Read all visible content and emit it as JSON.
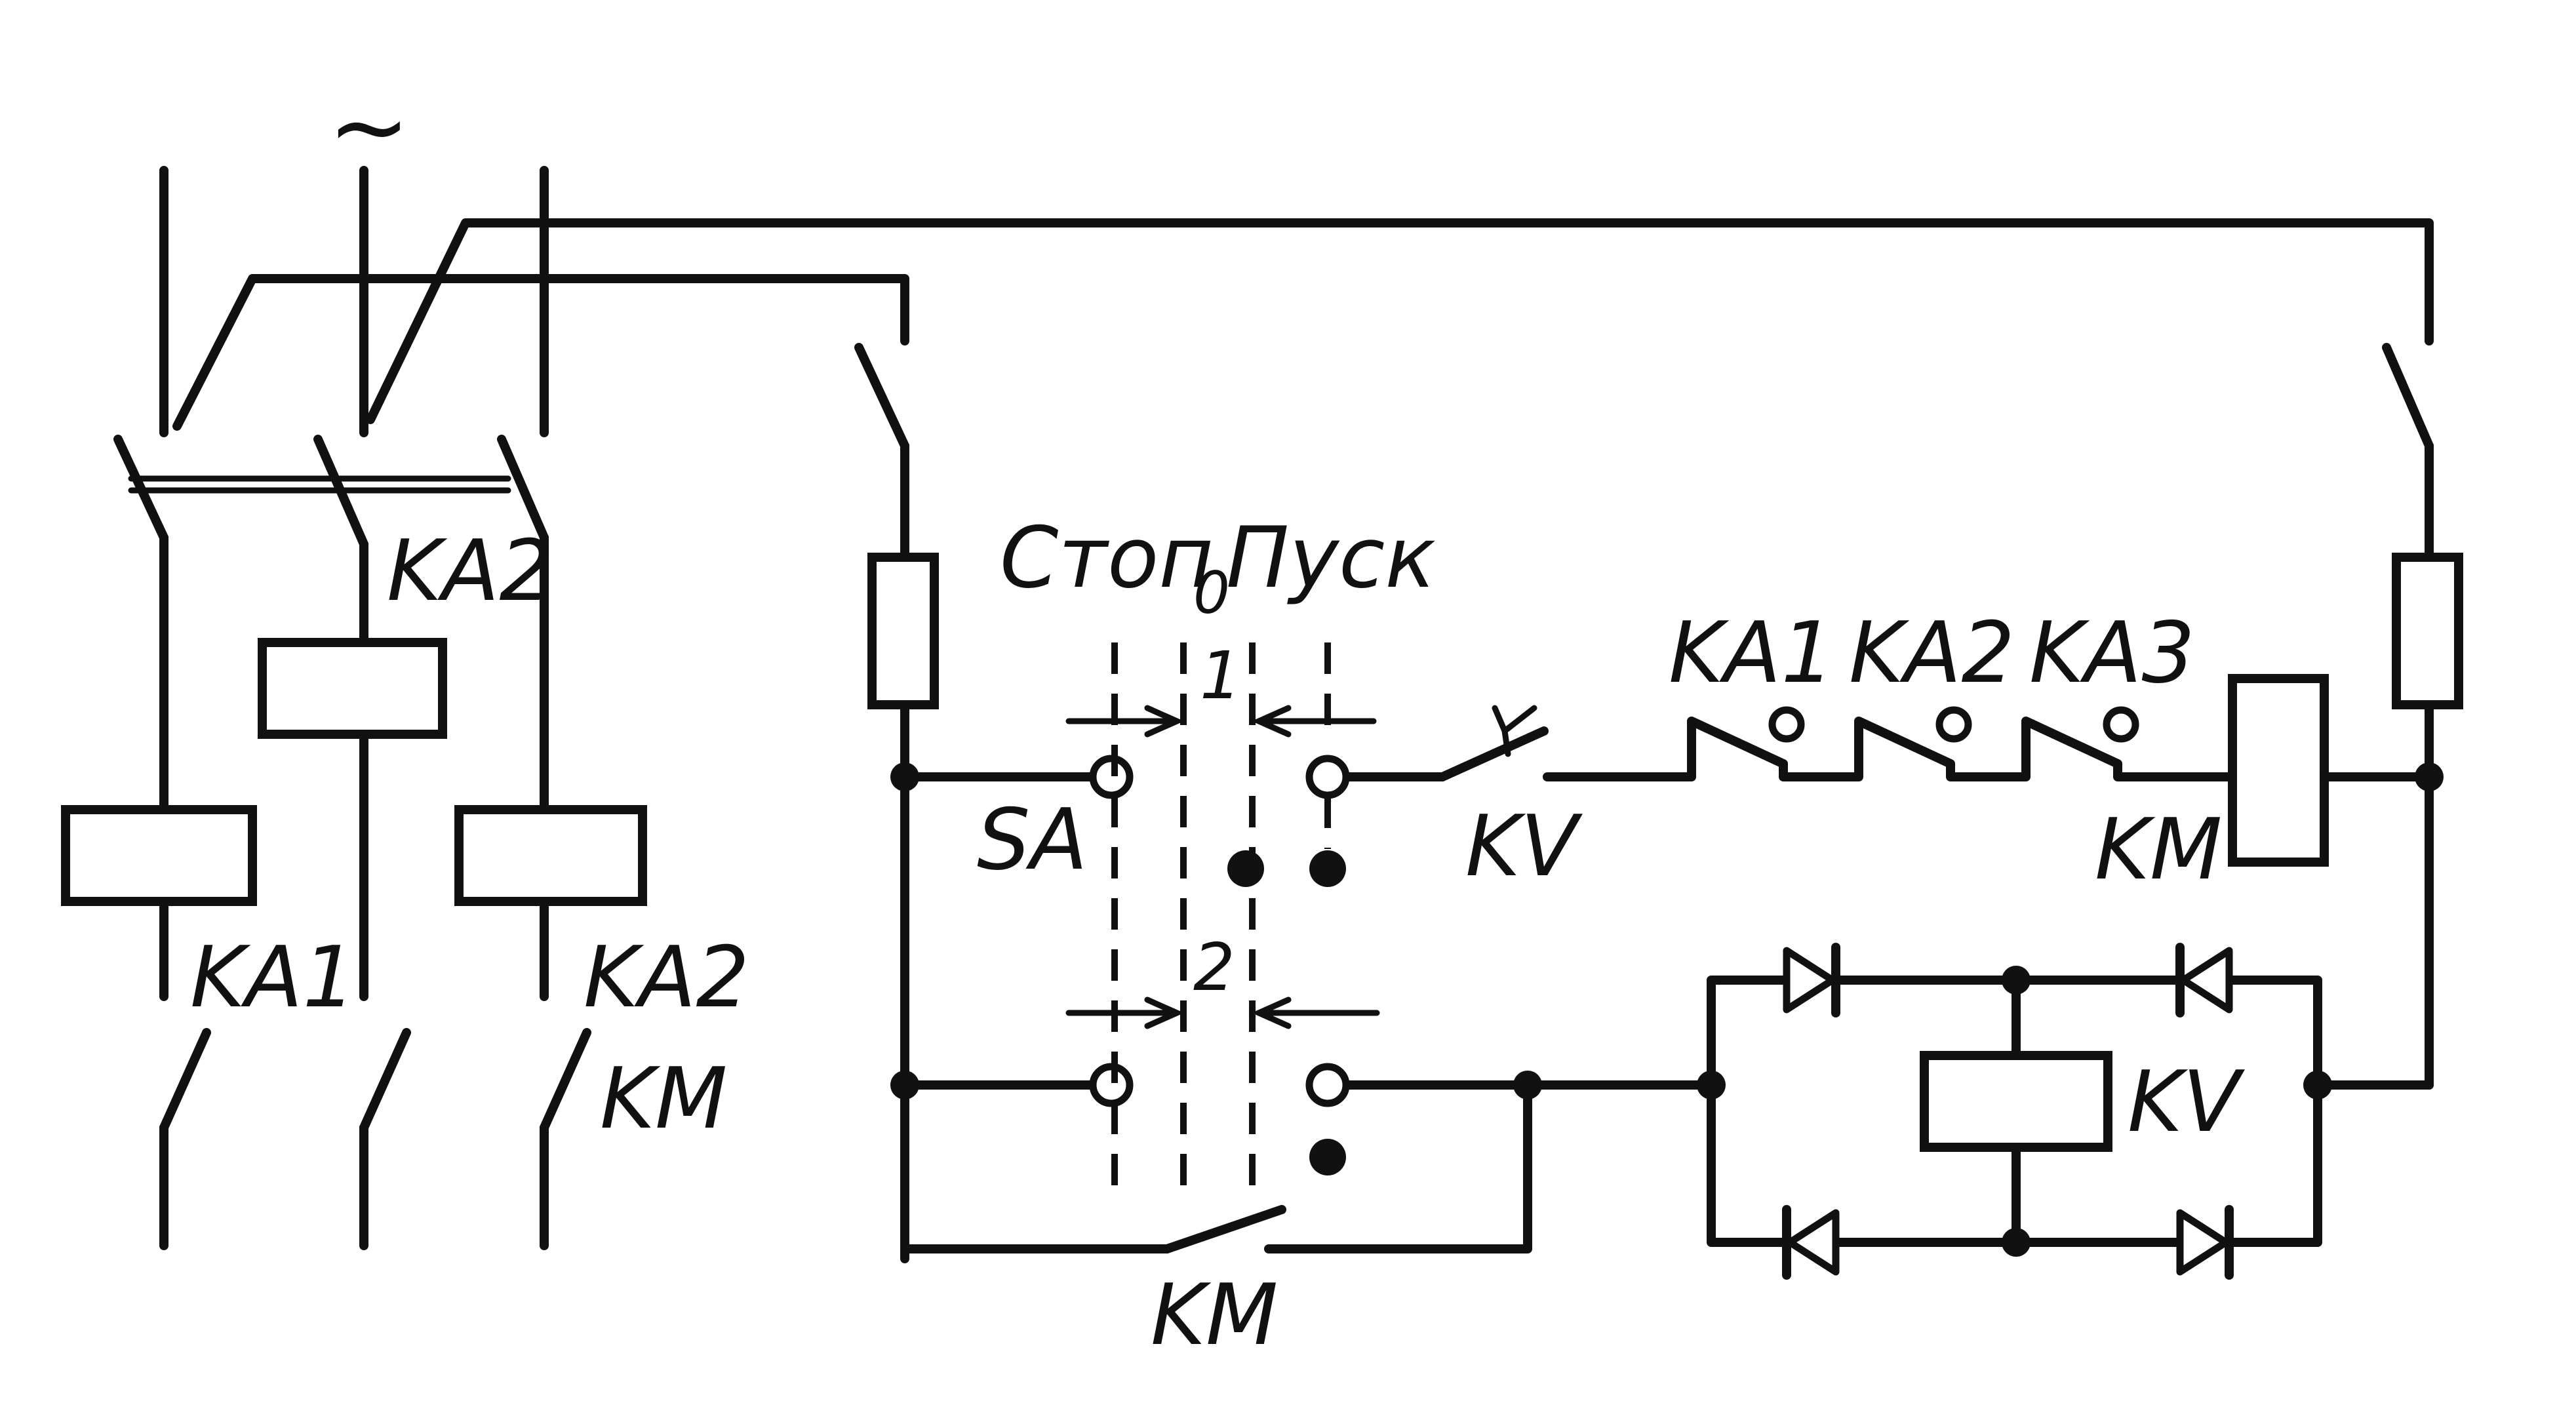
{
  "diagram": {
    "supply_symbol": "~",
    "labels": {
      "switch_positions": "Стоп",
      "switch_zero": "0",
      "switch_start": "Пуск",
      "contact_1": "1",
      "contact_2": "2",
      "selector": "SA",
      "voltage_relay_contact": "KV",
      "voltage_relay_coil": "KV",
      "relay_contact_ka1": "KA1",
      "relay_contact_ka2": "KA2",
      "relay_contact_ka3": "KA3",
      "contactor_coil": "KM",
      "holding_contact": "KM",
      "coil_ka1": "KA1",
      "coil_ka2_top": "KA2",
      "coil_ka2_right": "KA2",
      "main_contacts": "KM"
    }
  }
}
